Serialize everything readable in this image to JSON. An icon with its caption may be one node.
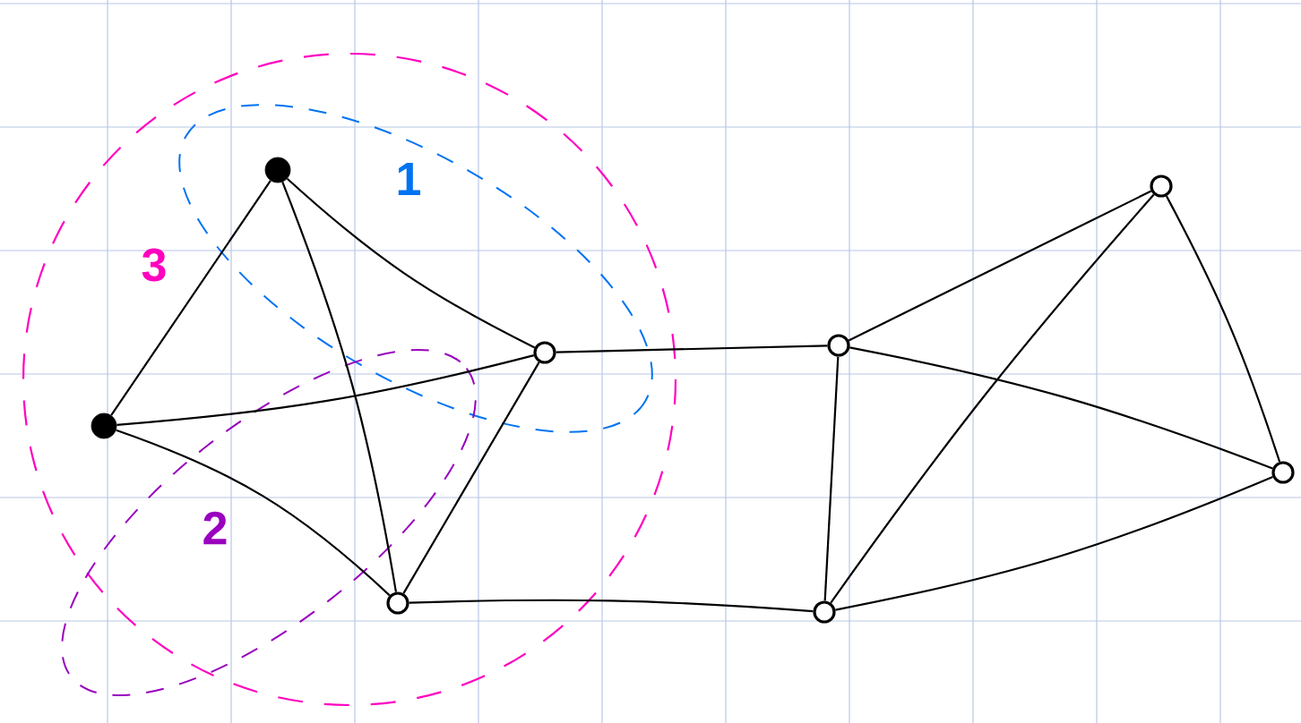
{
  "diagram": {
    "nodes": [
      {
        "text": [],
        "shape": "dot"
      },
      {
        "text": [],
        "shape": "dot"
      },
      {
        "text": [],
        "shape": "circle"
      },
      {
        "text": [],
        "shape": "circle"
      },
      {
        "text": [],
        "shape": "circle"
      },
      {
        "text": [],
        "shape": "circle"
      },
      {
        "text": [],
        "shape": "circle"
      },
      {
        "text": [],
        "shape": "circle"
      }
    ],
    "edges": [
      {
        "from": 0,
        "to": 1,
        "arrow": "none"
      },
      {
        "from": 0,
        "to": 2,
        "arrow": "none"
      },
      {
        "from": 0,
        "to": 3,
        "arrow": "none"
      },
      {
        "from": 1,
        "to": 2,
        "arrow": "none"
      },
      {
        "from": 1,
        "to": 3,
        "arrow": "none"
      },
      {
        "from": 2,
        "to": 3,
        "arrow": "none"
      },
      {
        "from": 2,
        "to": 4,
        "arrow": "none"
      },
      {
        "from": 3,
        "to": 5,
        "arrow": "none"
      },
      {
        "from": 4,
        "to": 5,
        "arrow": "none"
      },
      {
        "from": 4,
        "to": 6,
        "arrow": "none"
      },
      {
        "from": 4,
        "to": 7,
        "arrow": "none"
      },
      {
        "from": 5,
        "to": 6,
        "arrow": "none"
      },
      {
        "from": 5,
        "to": 7,
        "arrow": "none"
      },
      {
        "from": 6,
        "to": 7,
        "arrow": "none"
      }
    ],
    "labels": [
      "1",
      "2",
      "3"
    ]
  }
}
